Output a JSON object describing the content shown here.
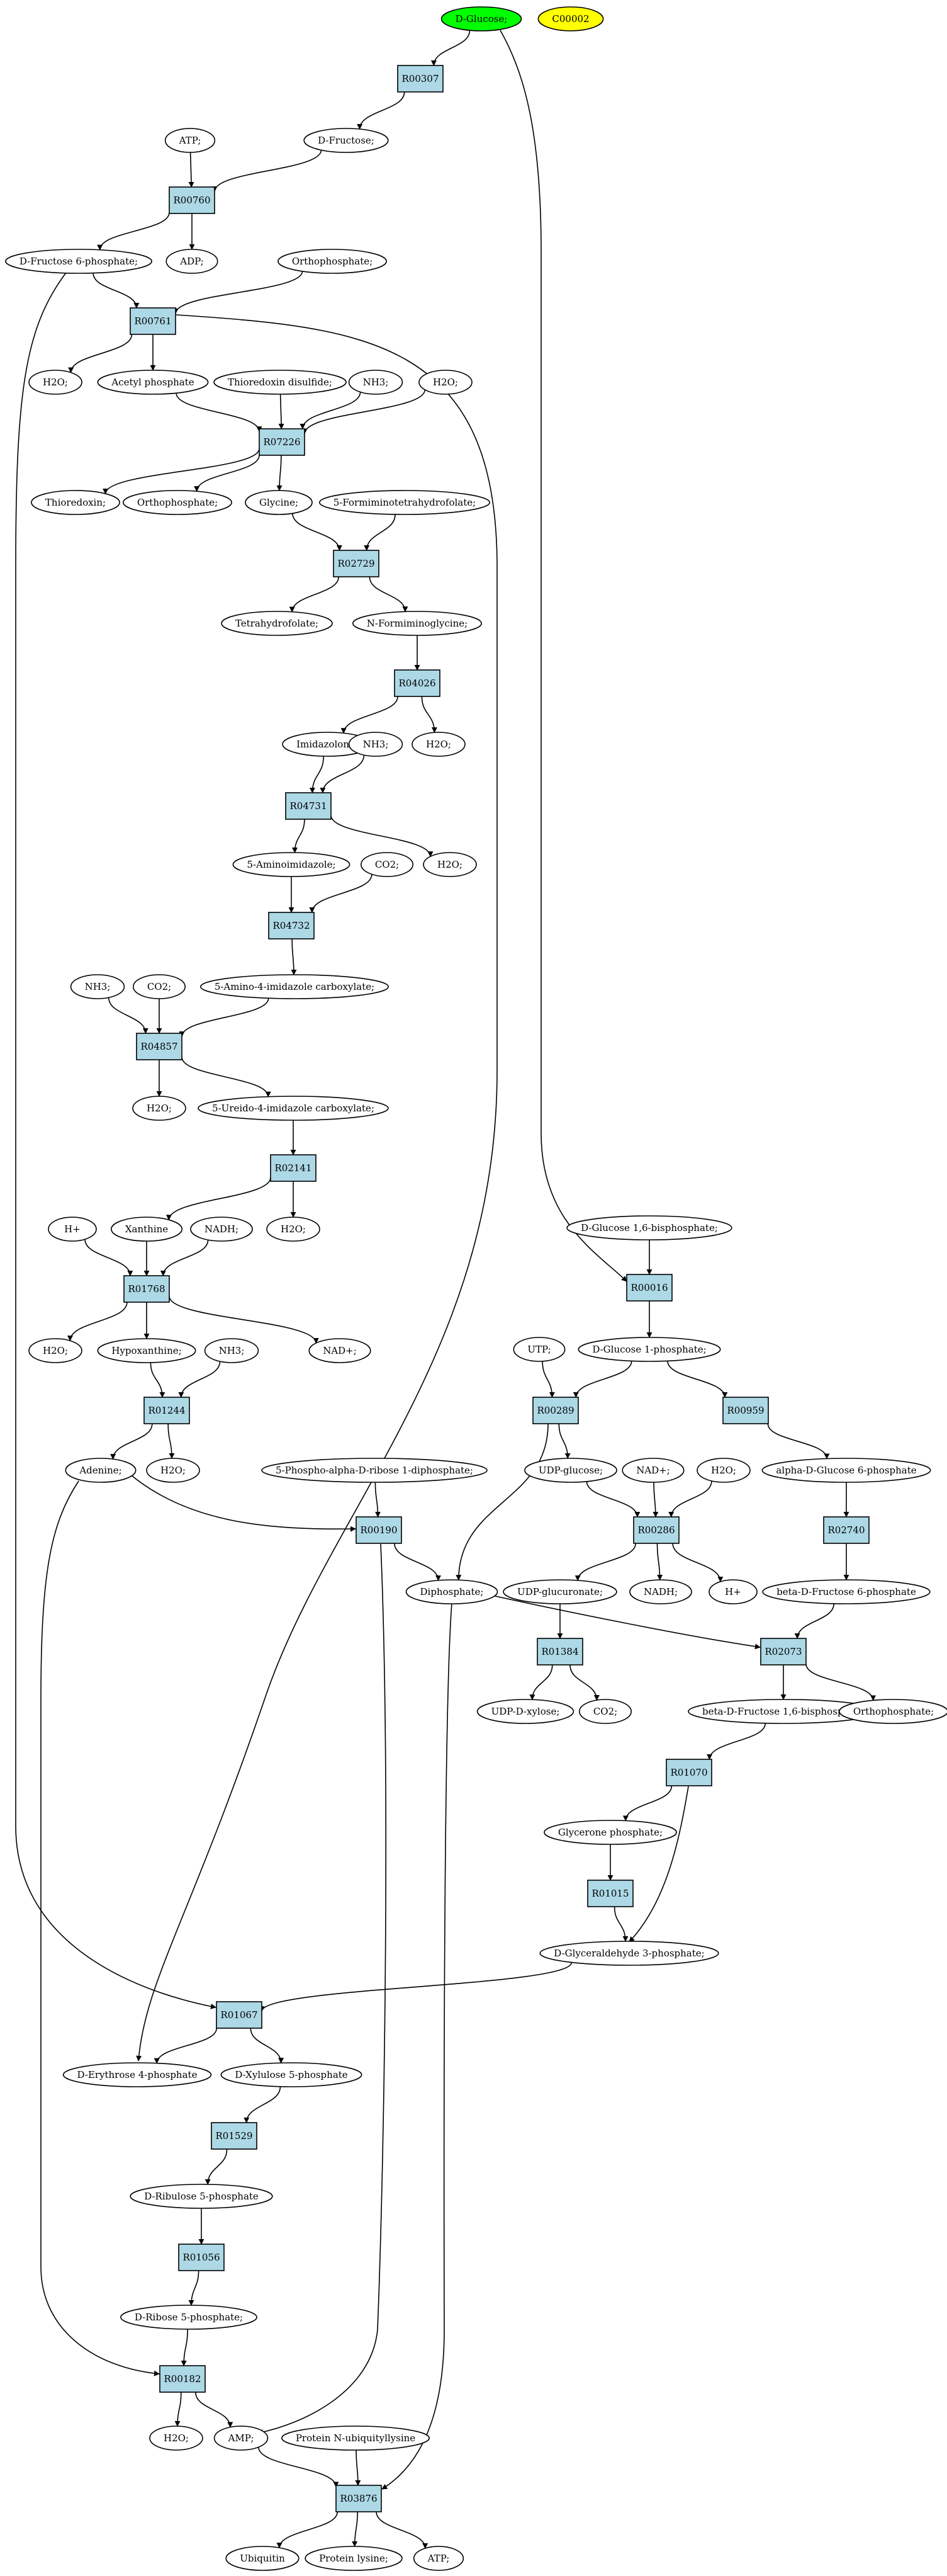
{
  "colors": {
    "metabolite": "#ffffff",
    "reaction": "#add8e6",
    "root": "#00ff00",
    "compound_id": "#ffff00",
    "stroke": "#000000"
  },
  "nodes": {
    "dglucose": {
      "label": "D-Glucose;",
      "kind": "root"
    },
    "c00002": {
      "label": "C00002",
      "kind": "compound_id"
    },
    "r00307": {
      "label": "R00307",
      "kind": "reaction"
    },
    "atp1": {
      "label": "ATP;",
      "kind": "metabolite"
    },
    "dfructose": {
      "label": "D-Fructose;",
      "kind": "metabolite"
    },
    "r00760": {
      "label": "R00760",
      "kind": "reaction"
    },
    "f6p": {
      "label": "D-Fructose 6-phosphate;",
      "kind": "metabolite"
    },
    "adp": {
      "label": "ADP;",
      "kind": "metabolite"
    },
    "orthophos1": {
      "label": "Orthophosphate;",
      "kind": "metabolite"
    },
    "r00761": {
      "label": "R00761",
      "kind": "reaction"
    },
    "h2o1": {
      "label": "H2O;",
      "kind": "metabolite"
    },
    "acetylp": {
      "label": "Acetyl phosphate",
      "kind": "metabolite"
    },
    "thiodis": {
      "label": "Thioredoxin disulfide;",
      "kind": "metabolite"
    },
    "nh3a": {
      "label": "NH3;",
      "kind": "metabolite"
    },
    "h2o2": {
      "label": "H2O;",
      "kind": "metabolite"
    },
    "r07226": {
      "label": "R07226",
      "kind": "reaction"
    },
    "thioredoxin": {
      "label": "Thioredoxin;",
      "kind": "metabolite"
    },
    "orthophos2": {
      "label": "Orthophosphate;",
      "kind": "metabolite"
    },
    "glycine": {
      "label": "Glycine;",
      "kind": "metabolite"
    },
    "formthf": {
      "label": "5-Formiminotetrahydrofolate;",
      "kind": "metabolite"
    },
    "r02729": {
      "label": "R02729",
      "kind": "reaction"
    },
    "thf": {
      "label": "Tetrahydrofolate;",
      "kind": "metabolite"
    },
    "nformgly": {
      "label": "N-Formiminoglycine;",
      "kind": "metabolite"
    },
    "r04026": {
      "label": "R04026",
      "kind": "reaction"
    },
    "imidazolone": {
      "label": "Imidazolone;",
      "kind": "metabolite"
    },
    "nh3b": {
      "label": "NH3;",
      "kind": "metabolite"
    },
    "h2o3": {
      "label": "H2O;",
      "kind": "metabolite"
    },
    "r04731": {
      "label": "R04731",
      "kind": "reaction"
    },
    "aminoimid": {
      "label": "5-Aminoimidazole;",
      "kind": "metabolite"
    },
    "co2a": {
      "label": "CO2;",
      "kind": "metabolite"
    },
    "h2o4": {
      "label": "H2O;",
      "kind": "metabolite"
    },
    "r04732": {
      "label": "R04732",
      "kind": "reaction"
    },
    "nh3c": {
      "label": "NH3;",
      "kind": "metabolite"
    },
    "co2b": {
      "label": "CO2;",
      "kind": "metabolite"
    },
    "aminoimidcarb": {
      "label": "5-Amino-4-imidazole carboxylate;",
      "kind": "metabolite"
    },
    "r04857": {
      "label": "R04857",
      "kind": "reaction"
    },
    "h2o5": {
      "label": "H2O;",
      "kind": "metabolite"
    },
    "ureidoimid": {
      "label": "5-Ureido-4-imidazole carboxylate;",
      "kind": "metabolite"
    },
    "r02141": {
      "label": "R02141",
      "kind": "reaction"
    },
    "hplus1": {
      "label": "H+",
      "kind": "metabolite"
    },
    "xanthine": {
      "label": "Xanthine",
      "kind": "metabolite"
    },
    "nadh1": {
      "label": "NADH;",
      "kind": "metabolite"
    },
    "h2o6": {
      "label": "H2O;",
      "kind": "metabolite"
    },
    "r01768": {
      "label": "R01768",
      "kind": "reaction"
    },
    "h2o7": {
      "label": "H2O;",
      "kind": "metabolite"
    },
    "hypoxanthine": {
      "label": "Hypoxanthine;",
      "kind": "metabolite"
    },
    "nh3d": {
      "label": "NH3;",
      "kind": "metabolite"
    },
    "nadplus1": {
      "label": "NAD+;",
      "kind": "metabolite"
    },
    "r01244": {
      "label": "R01244",
      "kind": "reaction"
    },
    "adenine": {
      "label": "Adenine;",
      "kind": "metabolite"
    },
    "h2o8": {
      "label": "H2O;",
      "kind": "metabolite"
    },
    "prpp": {
      "label": "5-Phospho-alpha-D-ribose 1-diphosphate;",
      "kind": "metabolite"
    },
    "r00190": {
      "label": "R00190",
      "kind": "reaction"
    },
    "diphosphate": {
      "label": "Diphosphate;",
      "kind": "metabolite"
    },
    "g16bp": {
      "label": "D-Glucose 1,6-bisphosphate;",
      "kind": "metabolite"
    },
    "r00016": {
      "label": "R00016",
      "kind": "reaction"
    },
    "utp": {
      "label": "UTP;",
      "kind": "metabolite"
    },
    "g1p": {
      "label": "D-Glucose 1-phosphate;",
      "kind": "metabolite"
    },
    "r00289": {
      "label": "R00289",
      "kind": "reaction"
    },
    "r00959": {
      "label": "R00959",
      "kind": "reaction"
    },
    "udpglucose": {
      "label": "UDP-glucose;",
      "kind": "metabolite"
    },
    "nadplus2": {
      "label": "NAD+;",
      "kind": "metabolite"
    },
    "h2o9": {
      "label": "H2O;",
      "kind": "metabolite"
    },
    "ag6p": {
      "label": "alpha-D-Glucose 6-phosphate",
      "kind": "metabolite"
    },
    "r00286": {
      "label": "R00286",
      "kind": "reaction"
    },
    "r02740": {
      "label": "R02740",
      "kind": "reaction"
    },
    "udpglucuronate": {
      "label": "UDP-glucuronate;",
      "kind": "metabolite"
    },
    "nadh2": {
      "label": "NADH;",
      "kind": "metabolite"
    },
    "hplus2": {
      "label": "H+",
      "kind": "metabolite"
    },
    "bf6p": {
      "label": "beta-D-Fructose 6-phosphate",
      "kind": "metabolite"
    },
    "r01384": {
      "label": "R01384",
      "kind": "reaction"
    },
    "r02073": {
      "label": "R02073",
      "kind": "reaction"
    },
    "udpxylose": {
      "label": "UDP-D-xylose;",
      "kind": "metabolite"
    },
    "co2c": {
      "label": "CO2;",
      "kind": "metabolite"
    },
    "bf16bp": {
      "label": "beta-D-Fructose 1,6-bisphosphate",
      "kind": "metabolite"
    },
    "orthophos3": {
      "label": "Orthophosphate;",
      "kind": "metabolite"
    },
    "r01070": {
      "label": "R01070",
      "kind": "reaction"
    },
    "glyceronep": {
      "label": "Glycerone phosphate;",
      "kind": "metabolite"
    },
    "r01015": {
      "label": "R01015",
      "kind": "reaction"
    },
    "g3p": {
      "label": "D-Glyceraldehyde 3-phosphate;",
      "kind": "metabolite"
    },
    "r01067": {
      "label": "R01067",
      "kind": "reaction"
    },
    "e4p": {
      "label": "D-Erythrose 4-phosphate",
      "kind": "metabolite"
    },
    "x5p": {
      "label": "D-Xylulose 5-phosphate",
      "kind": "metabolite"
    },
    "r01529": {
      "label": "R01529",
      "kind": "reaction"
    },
    "ru5p": {
      "label": "D-Ribulose 5-phosphate",
      "kind": "metabolite"
    },
    "r01056": {
      "label": "R01056",
      "kind": "reaction"
    },
    "r5p": {
      "label": "D-Ribose 5-phosphate;",
      "kind": "metabolite"
    },
    "r00182": {
      "label": "R00182",
      "kind": "reaction"
    },
    "h2o10": {
      "label": "H2O;",
      "kind": "metabolite"
    },
    "amp": {
      "label": "AMP;",
      "kind": "metabolite"
    },
    "protnubiq": {
      "label": "Protein N-ubiquityllysine",
      "kind": "metabolite"
    },
    "r03876": {
      "label": "R03876",
      "kind": "reaction"
    },
    "ubiquitin": {
      "label": "Ubiquitin",
      "kind": "metabolite"
    },
    "proteinlysine": {
      "label": "Protein lysine;",
      "kind": "metabolite"
    },
    "atp2": {
      "label": "ATP;",
      "kind": "metabolite"
    }
  },
  "edges": [
    [
      "dglucose",
      "r00307"
    ],
    [
      "dglucose",
      "r00016"
    ],
    [
      "r00307",
      "dfructose"
    ],
    [
      "atp1",
      "r00760"
    ],
    [
      "dfructose",
      "r00760"
    ],
    [
      "r00760",
      "f6p"
    ],
    [
      "r00760",
      "adp"
    ],
    [
      "f6p",
      "r00761"
    ],
    [
      "orthophos1",
      "r00761"
    ],
    [
      "f6p",
      "r01067"
    ],
    [
      "r00761",
      "h2o1"
    ],
    [
      "r00761",
      "acetylp"
    ],
    [
      "r00761",
      "e4p"
    ],
    [
      "acetylp",
      "r07226"
    ],
    [
      "thiodis",
      "r07226"
    ],
    [
      "nh3a",
      "r07226"
    ],
    [
      "h2o2",
      "r07226"
    ],
    [
      "r07226",
      "thioredoxin"
    ],
    [
      "r07226",
      "orthophos2"
    ],
    [
      "r07226",
      "glycine"
    ],
    [
      "glycine",
      "r02729"
    ],
    [
      "formthf",
      "r02729"
    ],
    [
      "r02729",
      "thf"
    ],
    [
      "r02729",
      "nformgly"
    ],
    [
      "nformgly",
      "r04026"
    ],
    [
      "r04026",
      "imidazolone"
    ],
    [
      "r04026",
      "h2o3"
    ],
    [
      "imidazolone",
      "r04731"
    ],
    [
      "nh3b",
      "r04731"
    ],
    [
      "r04731",
      "aminoimid"
    ],
    [
      "r04731",
      "h2o4"
    ],
    [
      "aminoimid",
      "r04732"
    ],
    [
      "co2a",
      "r04732"
    ],
    [
      "r04732",
      "aminoimidcarb"
    ],
    [
      "nh3c",
      "r04857"
    ],
    [
      "co2b",
      "r04857"
    ],
    [
      "aminoimidcarb",
      "r04857"
    ],
    [
      "r04857",
      "h2o5"
    ],
    [
      "r04857",
      "ureidoimid"
    ],
    [
      "ureidoimid",
      "r02141"
    ],
    [
      "r02141",
      "xanthine"
    ],
    [
      "r02141",
      "h2o6"
    ],
    [
      "hplus1",
      "r01768"
    ],
    [
      "xanthine",
      "r01768"
    ],
    [
      "nadh1",
      "r01768"
    ],
    [
      "r01768",
      "h2o7"
    ],
    [
      "r01768",
      "hypoxanthine"
    ],
    [
      "r01768",
      "nadplus1"
    ],
    [
      "hypoxanthine",
      "r01244"
    ],
    [
      "nh3d",
      "r01244"
    ],
    [
      "r01244",
      "adenine"
    ],
    [
      "r01244",
      "h2o8"
    ],
    [
      "adenine",
      "r00190"
    ],
    [
      "prpp",
      "r00190"
    ],
    [
      "adenine",
      "r00182"
    ],
    [
      "r00190",
      "diphosphate"
    ],
    [
      "r00190",
      "amp"
    ],
    [
      "g16bp",
      "r00016"
    ],
    [
      "r00016",
      "g1p"
    ],
    [
      "utp",
      "r00289"
    ],
    [
      "g1p",
      "r00289"
    ],
    [
      "g1p",
      "r00959"
    ],
    [
      "r00289",
      "udpglucose"
    ],
    [
      "r00289",
      "diphosphate"
    ],
    [
      "r00959",
      "ag6p"
    ],
    [
      "udpglucose",
      "r00286"
    ],
    [
      "nadplus2",
      "r00286"
    ],
    [
      "h2o9",
      "r00286"
    ],
    [
      "r00286",
      "udpglucuronate"
    ],
    [
      "r00286",
      "nadh2"
    ],
    [
      "r00286",
      "hplus2"
    ],
    [
      "ag6p",
      "r02740"
    ],
    [
      "r02740",
      "bf6p"
    ],
    [
      "udpglucuronate",
      "r01384"
    ],
    [
      "r01384",
      "udpxylose"
    ],
    [
      "r01384",
      "co2c"
    ],
    [
      "diphosphate",
      "r02073"
    ],
    [
      "bf6p",
      "r02073"
    ],
    [
      "diphosphate",
      "r03876"
    ],
    [
      "r02073",
      "bf16bp"
    ],
    [
      "r02073",
      "orthophos3"
    ],
    [
      "bf16bp",
      "r01070"
    ],
    [
      "r01070",
      "glyceronep"
    ],
    [
      "r01070",
      "g3p"
    ],
    [
      "glyceronep",
      "r01015"
    ],
    [
      "r01015",
      "g3p"
    ],
    [
      "g3p",
      "r01067"
    ],
    [
      "r01067",
      "e4p"
    ],
    [
      "r01067",
      "x5p"
    ],
    [
      "x5p",
      "r01529"
    ],
    [
      "r01529",
      "ru5p"
    ],
    [
      "ru5p",
      "r01056"
    ],
    [
      "r01056",
      "r5p"
    ],
    [
      "r5p",
      "r00182"
    ],
    [
      "r00182",
      "h2o10"
    ],
    [
      "r00182",
      "amp"
    ],
    [
      "amp",
      "r03876"
    ],
    [
      "protnubiq",
      "r03876"
    ],
    [
      "r03876",
      "ubiquitin"
    ],
    [
      "r03876",
      "proteinlysine"
    ],
    [
      "r03876",
      "atp2"
    ]
  ]
}
